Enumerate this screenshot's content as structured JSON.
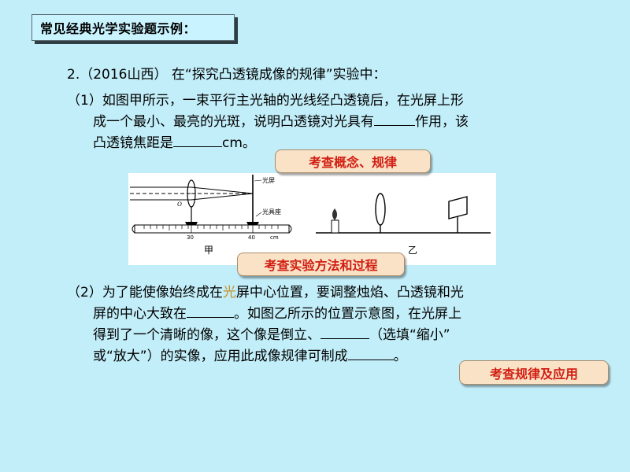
{
  "title": "常见经典光学实验题示例：",
  "question": {
    "header": "2.（2016山西）  在“探究凸透镜成像的规律”实验中：",
    "p1_line1": "（1）如图甲所示，一束平行主光轴的光线经凸透镜后，在光屏上形",
    "p1_line2a": "成一个最小、最亮的光斑，说明凸透镜对光具有",
    "p1_line2b": "作用，该",
    "p1_line3a": "凸透镜焦距是",
    "p1_line3b": "cm。",
    "p2_line1a": "（2）为了能使像始终成在",
    "p2_line1_hl": "光",
    "p2_line1b": "屏中心位置，要调整烛焰、凸透镜和光",
    "p2_line2a": "屏的中心大致在",
    "p2_line2b": "。如图乙所示的位置示意图，在光屏上",
    "p2_line3a": "得到了一个清晰的像，这个像是倒立、",
    "p2_line3b": "（选填“缩小”",
    "p2_line4a": "或“放大”）的实像，应用此成像规律可制成",
    "p2_line4b": "。"
  },
  "callouts": {
    "c1": "考查概念、规律",
    "c2": "考查实验方法和过程",
    "c3": "考查规律及应用"
  },
  "figure": {
    "label_screen": "光屏",
    "label_holder": "光具座",
    "tick_30": "30",
    "tick_40": "40",
    "unit": "cm",
    "point_o": "O",
    "caption_jia": "甲",
    "caption_yi": "乙"
  }
}
